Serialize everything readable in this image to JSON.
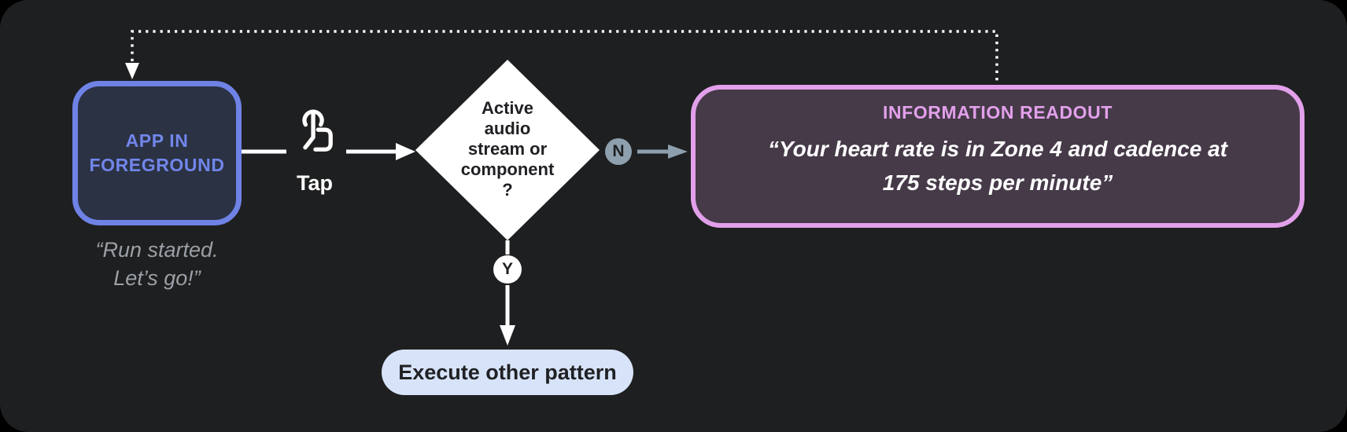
{
  "colors": {
    "outer_background": "#000000",
    "panel_background": "#1E1F20",
    "app_border_blue": "#6F82E6",
    "app_text_blue": "#7286EA",
    "app_fill": "#2A3244",
    "muted_quote_gray": "#9AA0A6",
    "connector_white": "#FFFFFF",
    "no_branch_slate": "#8E9FAD",
    "readout_pink": "#E2A0EA",
    "readout_fill": "#463A49",
    "pill_fill": "#D7E3F8",
    "dark_text": "#202124"
  },
  "nodes": {
    "app": {
      "label": "APP IN\nFOREGROUND",
      "quote": "“Run started.\nLet’s go!”"
    },
    "tap": {
      "label": "Tap",
      "icon": "tap-gesture-icon"
    },
    "decision": {
      "label": "Active\naudio\nstream or\ncomponent\n?"
    },
    "no_branch": {
      "label": "N"
    },
    "yes_branch": {
      "label": "Y"
    },
    "readout": {
      "title": "INFORMATION READOUT",
      "quote": "“Your heart rate is in Zone 4 and cadence at\n175 steps per minute”"
    },
    "execute": {
      "label": "Execute other pattern"
    }
  },
  "edges": {
    "app_to_decision": "Tap",
    "decision_to_readout": "N",
    "decision_to_execute": "Y",
    "readout_to_app": "dotted feedback loop"
  }
}
